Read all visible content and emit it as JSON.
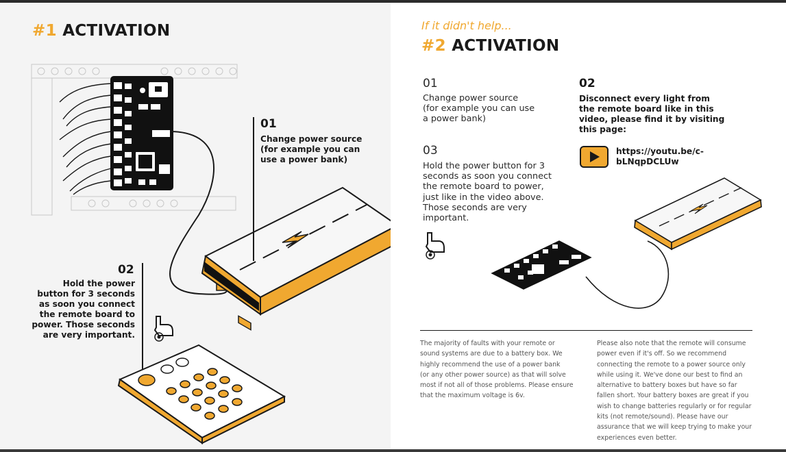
{
  "left": {
    "title_num": "#1",
    "title_text": "ACTIVATION",
    "step1": {
      "num": "01",
      "lines": [
        "Change power source",
        "(for example you can",
        "use a power bank)"
      ]
    },
    "step2": {
      "num": "02",
      "lines": [
        "Hold the power",
        "button for 3 seconds",
        "as soon you connect",
        "the remote board to",
        "power. Those seconds",
        "are very important."
      ]
    }
  },
  "right": {
    "subtitle": "If it didn't help...",
    "title_num": "#2",
    "title_text": "ACTIVATION",
    "step1": {
      "num": "01",
      "lines": [
        "Change power source",
        "(for example you can use",
        "a power bank)"
      ]
    },
    "step2": {
      "num": "02",
      "lines": [
        "Disconnect every light from",
        "the remote board like in this",
        "video, please find it by visiting",
        "this page:"
      ]
    },
    "step3": {
      "num": "03",
      "lines": [
        "Hold the power button for 3",
        "seconds as soon you connect",
        "the remote board to power,",
        "just like in the video above.",
        "Those seconds are very",
        "important."
      ]
    },
    "video_link": [
      "https://youtu.be/c-",
      "bLNqpDCLUw"
    ],
    "note1": [
      "The majority of faults with your remote or",
      "sound systems are due to a battery box. We",
      "highly recommend the use of a power bank",
      "(or any other power source) as that will solve",
      "most if not all of those problems. Please ensure",
      "that the maximum voltage is 6v."
    ],
    "note2": [
      "Please also note that the remote will consume",
      "power even if it's off. So we recommend",
      "connecting the remote to a power source only",
      "while using it. We've done our best to find an",
      "alternative to battery boxes but have so far",
      "fallen short. Your battery boxes are great if you",
      "wish to change batteries regularly or for regular",
      "kits (not remote/sound). Please have our",
      "assurance that we will keep trying to make your",
      "experiences even better."
    ]
  },
  "colors": {
    "accent": "#f0a830",
    "ink": "#1a1a1a"
  },
  "icons": [
    "play-icon",
    "pointing-hand-icon",
    "lightning-icon"
  ]
}
